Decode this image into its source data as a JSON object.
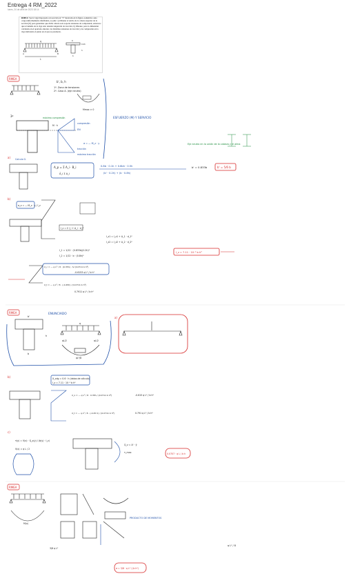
{
  "page": {
    "title": "Entrega 4 RM_2022",
    "date": "lunes, 24 de abril de 2023       18:14"
  },
  "statement": {
    "label": "RMEA:",
    "text": "Sea la viga biapoyada con sección en \"T\" mostrada en la figura, sometida a una carga uniformemente distribuida, se pide: a) Obtener el ancho de la cabeza superior de la sección (b') para garantizar que dicha cabeza solo soporte tensiones de compresión; entonces: qué el tamaño de la viga sólo tensión tangencial de tracción; b) Obtener, para la dimensión calculada en el apartado anterior, las máximas tensiones de tracción y de compresión en la viga indicando el punto en el que se producen."
  },
  "figure": {
    "load_label": "q",
    "span_label": "L",
    "support_left": "A",
    "support_right": "B",
    "sec_top": "b'",
    "sec_h1": "0.2h",
    "sec_h": "h",
    "sec_b": "b"
  },
  "annotations": {
    "s1_header": "RMEA",
    "s1_b": "b', b, h",
    "s1_hyp": "1º. Zona de tensiones",
    "s1_hyp2": "2º. Caso A. (eje neutro)",
    "s1_3": "3º",
    "s1_compression": "máxima compresión",
    "s1_neutral": "EN",
    "s1_tension": "máxima tracción",
    "s1_esfuerzo": "ESFUERZO (M) Y SERVICIO",
    "s1_m": "M · h",
    "s1_ndown": "Mmax > 0",
    "s1_sigma": "σ = — M_z · y",
    "s1_cap": "compresión",
    "s1_tra": "tracción",
    "s1_note": "Eje neutro en la unión de la cabeza y el alma",
    "s2_a": "a)",
    "s2_calc": "Calculo G.",
    "s2_eq": "A_p = Σ A_i · B_i",
    "s2_eq2": "Ā_i Σ A_i",
    "s2_res": "0.8b · 0.1h + 0.6bh · 0.5h",
    "s2_den": "(b' · 0.2h) + (b · 0.8h)",
    "s2_final": "b' = 0.833b",
    "s2_box": "b' = 5/6 b",
    "s3_b": "b)",
    "s3_sig": "σ_x = — M_z · y / I_z",
    "s3_ic": "I_z = Σ I_i + A_i · d_i²",
    "s3_i1": "I_z1 = I_z1 + A_1 · d_1²",
    "s3_i2": "I_z2 = I_z2 + A_2 · d_2²",
    "s3_val1": "I_1 = 1/12 · (0.833b)(0.2h)³",
    "s3_val2": "I_2 = 1/12 · b · (0.8h)³",
    "s3_iz": "I_z = 7.11 · 10⁻² b h³",
    "s3_smax": "σ_c = — q L² / 8 · (0.35h) · h/ (0.0711 b h³)",
    "s3_smin": "σ_t = — q L² / 8 · (-0.45h) / (0.0711 b h³)",
    "s3_res1": "-0.6153 q L² / b h²",
    "s3_res2": "0.7911 q L² / b h²",
    "s4_header": "RMEA",
    "s4_title": "ENUNCIADO",
    "s4_a": "a)",
    "s4_b_lbl": "b",
    "s4_b2_lbl": "b'",
    "s4_h": "h",
    "s4_load": "q",
    "s4_va": "qL/2",
    "s4_vb": "qL/2",
    "s4_m": "qL²/8",
    "s5_b": "b)",
    "s5_given": "X_cdg = 0.6 · h (datos de cálculo)",
    "s5_given2": "I_z = 7.11 · 10⁻² b h³",
    "s5_sig1": "σ_x = — q L² / 8 · 0.35h / (0.0711 b h³)",
    "s5_res1": "-0.615 q L² / b h²",
    "s5_sig2": "σ_t = — q L² / 8 · (-0.45 h) / (0.0711 b h³)",
    "s5_res2": "0.791 q L² / b h²",
    "s6_c": "c)",
    "s6_tau": "τ(y) = V(x) · Q_z(y) / (b(y) · I_z)",
    "s6_v": "V(x) = q L / 2",
    "s6_q": "Q_z = A' · ȳ",
    "s6_res": "0.0707 · q L / b h",
    "s6_max": "τ_max",
    "s7_header": "RMEA",
    "s7_mc": "M(x)",
    "s7_prod": "PRODUCTO DE MOMENTOS",
    "s7_final": "σ = 3/8 · q L² / (b h²)",
    "s7_end": "q L² / 8",
    "s7_eq": "3/8 q L²"
  },
  "colors": {
    "red": "#d62828",
    "blue": "#1e4fa8",
    "green": "#1c8c3c",
    "ink": "#222222"
  }
}
